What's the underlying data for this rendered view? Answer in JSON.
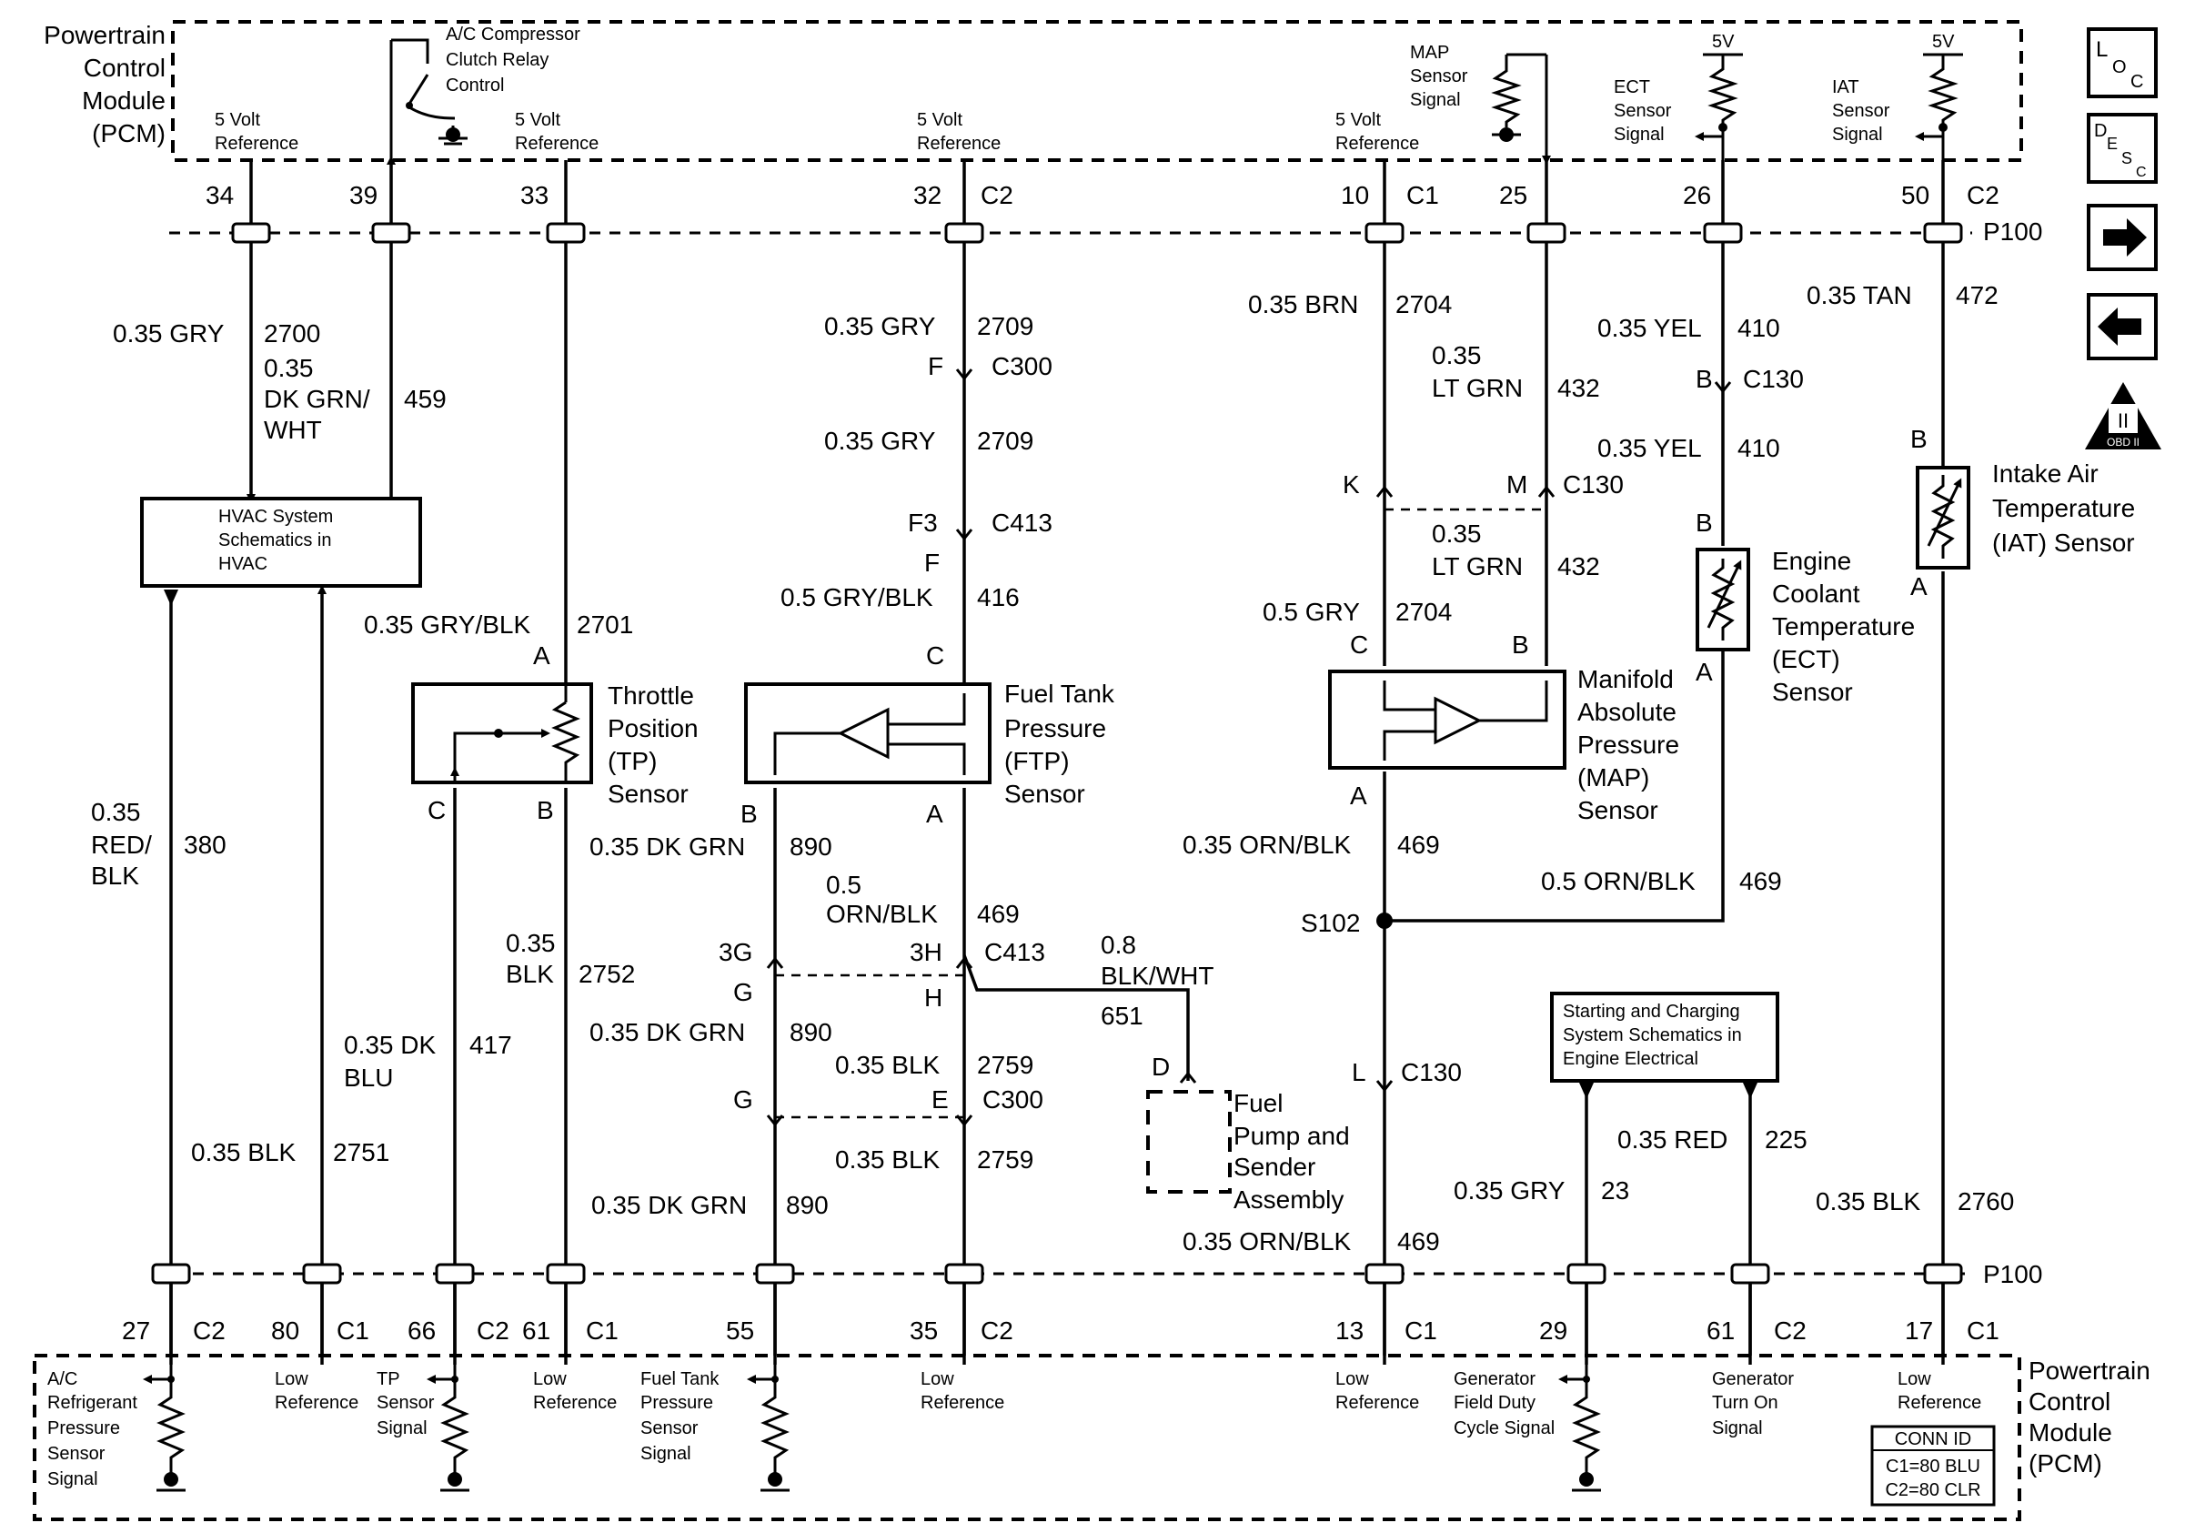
{
  "pcm_top": {
    "module_label": [
      "Powertrain",
      "Control",
      "Module",
      "(PCM)"
    ],
    "ac_relay": [
      "A/C Compressor",
      "Clutch Relay",
      "Control"
    ],
    "five_volt_ref": [
      "5 Volt",
      "Reference"
    ],
    "map_signal": [
      "MAP",
      "Sensor",
      "Signal"
    ],
    "ect_signal": [
      "ECT",
      "Sensor",
      "Signal"
    ],
    "iat_signal": [
      "IAT",
      "Sensor",
      "Signal"
    ],
    "five_v": "5V"
  },
  "pins_top": {
    "p34": "34",
    "p39": "39",
    "p33": "33",
    "p32": "32",
    "c2": "C2",
    "p10": "10",
    "c1": "C1",
    "p25": "25",
    "p26": "26",
    "p50": "50",
    "p100": "P100"
  },
  "nav": {
    "loc_l": "L",
    "loc_o": "O",
    "loc_c": "C",
    "desc_d": "D",
    "desc_e": "E",
    "desc_s": "S",
    "desc_c": "C",
    "obd_numeral": "II",
    "obd_text": "OBD II"
  },
  "wires": {
    "gry_035": "0.35 GRY",
    "w2700": "2700",
    "dkgrnwht": [
      "0.35",
      "DK GRN/",
      "WHT"
    ],
    "w459": "459",
    "hvac_box": [
      "HVAC System",
      "Schematics in",
      "HVAC"
    ],
    "gryblk_035": "0.35 GRY/BLK",
    "w2701": "2701",
    "w2709": "2709",
    "c300": "C300",
    "c413": "C413",
    "F": "F",
    "F3": "F3",
    "gryblk_05": "0.5 GRY/BLK",
    "w416": "416",
    "brn_035": "0.35 BRN",
    "w2704": "2704",
    "ltgrn": [
      "0.35",
      "LT GRN"
    ],
    "w432": "432",
    "yel_035": "0.35 YEL",
    "w410": "410",
    "tan_035": "0.35 TAN",
    "w472": "472",
    "c130": "C130",
    "gry_05": "0.5 GRY",
    "redblk": [
      "0.35",
      "RED/",
      "BLK"
    ],
    "w380": "380",
    "blk_2752": [
      "0.35",
      "BLK"
    ],
    "w2752": "2752",
    "dkblu": [
      "0.35 DK",
      "BLU"
    ],
    "w417": "417",
    "blk_035": "0.35 BLK",
    "w2751": "2751",
    "dkgrn_035": "0.35 DK GRN",
    "w890": "890",
    "ornblk_05": [
      "0.5",
      "ORN/BLK"
    ],
    "w469": "469",
    "blkwht": [
      "0.8",
      "BLK/WHT"
    ],
    "w651": "651",
    "w2759": "2759",
    "ornblk_035": "0.35 ORN/BLK",
    "ornblk_05b": "0.5 ORN/BLK",
    "s102": "S102",
    "gen_box": [
      "Starting and Charging",
      "System Schematics in",
      "Engine Electrical"
    ],
    "red_035": "0.35 RED",
    "w225": "225",
    "w23": "23",
    "w2760": "2760",
    "conn_3g": "3G",
    "conn_3h": "3H",
    "conn_g": "G",
    "conn_h": "H",
    "conn_e": "E",
    "A": "A",
    "B": "B",
    "C": "C",
    "D": "D",
    "K": "K",
    "L": "L",
    "M": "M"
  },
  "components": {
    "tp": [
      "Throttle",
      "Position",
      "(TP)",
      "Sensor"
    ],
    "ftp": [
      "Fuel Tank",
      "Pressure",
      "(FTP)",
      "Sensor"
    ],
    "map": [
      "Manifold",
      "Absolute",
      "Pressure",
      "(MAP)",
      "Sensor"
    ],
    "ect": [
      "Engine",
      "Coolant",
      "Temperature",
      "(ECT)",
      "Sensor"
    ],
    "iat": [
      "Intake Air",
      "Temperature",
      "(IAT) Sensor"
    ],
    "fuel_pump": [
      "Fuel",
      "Pump and",
      "Sender",
      "Assembly"
    ]
  },
  "pins_bottom": {
    "p27": "27",
    "p80": "80",
    "p66": "66",
    "p61a": "61",
    "p55": "55",
    "p35": "35",
    "p13": "13",
    "p29": "29",
    "p61b": "61",
    "p17": "17"
  },
  "pcm_bottom": {
    "ac_refrig": [
      "A/C",
      "Refrigerant",
      "Pressure",
      "Sensor",
      "Signal"
    ],
    "low_ref": [
      "Low",
      "Reference"
    ],
    "tp_signal": [
      "TP",
      "Sensor",
      "Signal"
    ],
    "ftp_signal": [
      "Fuel Tank",
      "Pressure",
      "Sensor",
      "Signal"
    ],
    "gen_field": [
      "Generator",
      "Field Duty",
      "Cycle Signal"
    ],
    "gen_turn": [
      "Generator",
      "Turn On",
      "Signal"
    ],
    "module_label": [
      "Powertrain",
      "Control",
      "Module",
      "(PCM)"
    ],
    "conn_id": "CONN ID",
    "conn_c1": "C1=80 BLU",
    "conn_c2": "C2=80 CLR"
  }
}
